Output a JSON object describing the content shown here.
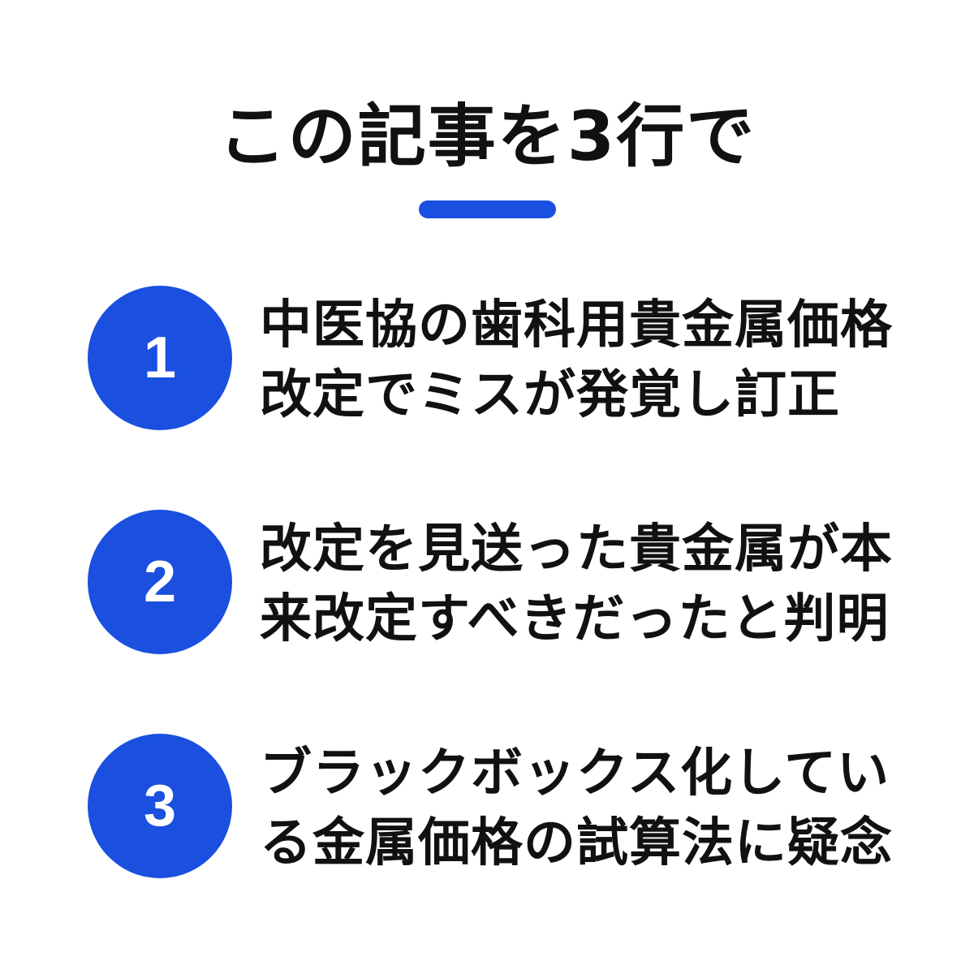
{
  "title": "この記事を3行で",
  "accent_color": "#1a4fe0",
  "items": [
    {
      "number": "1",
      "lines": [
        "中医協の歯科用貴金属価格",
        "改定でミスが発覚し訂正"
      ]
    },
    {
      "number": "2",
      "lines": [
        "改定を見送った貴金属が本",
        "来改定すべきだったと判明"
      ]
    },
    {
      "number": "3",
      "lines": [
        "ブラックボックス化してい",
        "る金属価格の試算法に疑念"
      ]
    }
  ]
}
